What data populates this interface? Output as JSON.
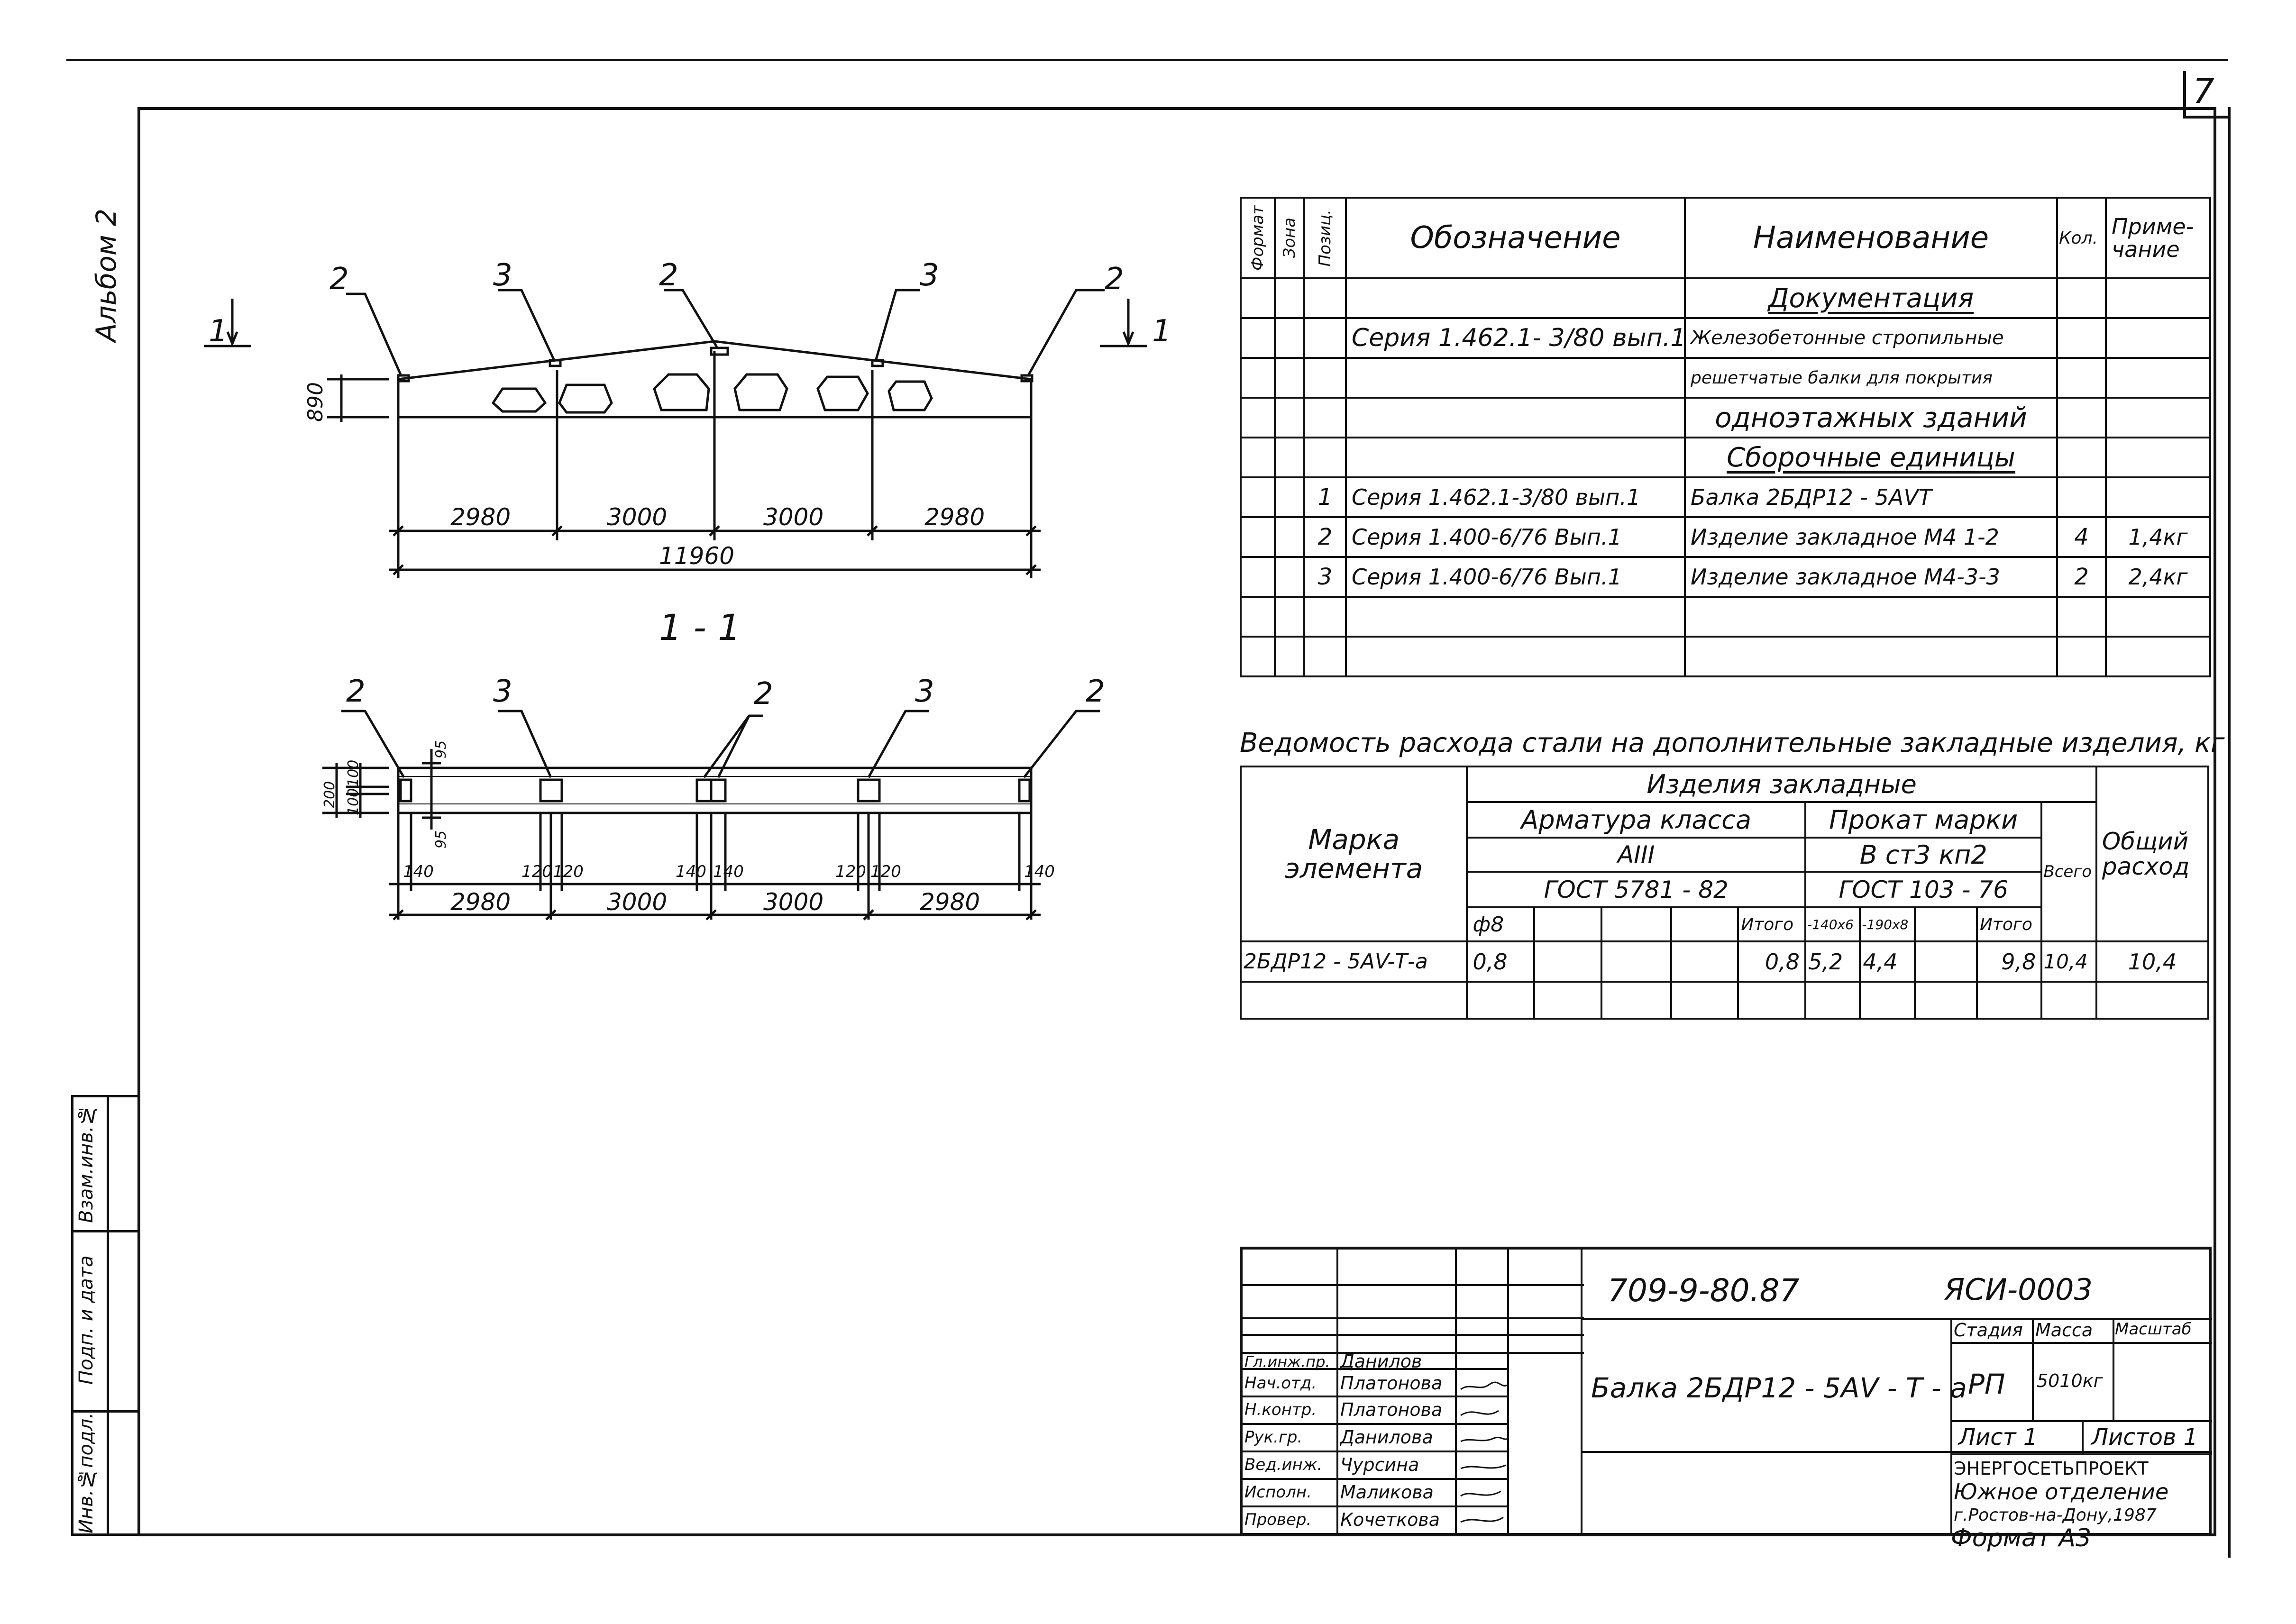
{
  "sheet": {
    "page_number": "7",
    "album_label": "Альбом 2",
    "format_label": "Формат А3"
  },
  "side_stamp": {
    "cells": [
      "Взам.инв.№",
      "Подп. и дата",
      "Инв.№подл."
    ]
  },
  "drawing": {
    "section_marker": "1",
    "section_title": "1 - 1",
    "elevation": {
      "callouts": [
        "2",
        "3",
        "2",
        "3",
        "2"
      ],
      "height_dim": "890",
      "spans": [
        "2980",
        "3000",
        "3000",
        "2980"
      ],
      "total": "11960"
    },
    "plan": {
      "callouts": [
        "2",
        "3",
        "2",
        "3",
        "2"
      ],
      "left_dims": [
        "200",
        "100",
        "100"
      ],
      "right_dims": [
        "95",
        "95"
      ],
      "small_dims": [
        "140",
        "120",
        "120",
        "140",
        "140",
        "120",
        "120",
        "140"
      ],
      "spans": [
        "2980",
        "3000",
        "3000",
        "2980"
      ]
    }
  },
  "spec_table": {
    "headers": {
      "format": "Формат",
      "zone": "Зона",
      "pos": "Позиц.",
      "designation": "Обозначение",
      "name": "Наименование",
      "qty": "Кол.",
      "note": "Приме-\nчание"
    },
    "rows": [
      {
        "pos": "",
        "designation": "",
        "name": "Документация",
        "qty": "",
        "note": "",
        "heading": true
      },
      {
        "pos": "",
        "designation": "Серия 1.462.1- 3/80 вып.1",
        "name": "Железобетонные стропильные",
        "qty": "",
        "note": ""
      },
      {
        "pos": "",
        "designation": "",
        "name": "решетчатые балки для покрытия",
        "qty": "",
        "note": ""
      },
      {
        "pos": "",
        "designation": "",
        "name": "одноэтажных зданий",
        "qty": "",
        "note": ""
      },
      {
        "pos": "",
        "designation": "",
        "name": "Сборочные единицы",
        "qty": "",
        "note": "",
        "heading": true
      },
      {
        "pos": "1",
        "designation": "Серия 1.462.1-3/80 вып.1",
        "name": "Балка 2БДР12 - 5АVТ",
        "qty": "",
        "note": ""
      },
      {
        "pos": "2",
        "designation": "Серия 1.400-6/76 Вып.1",
        "name": "Изделие закладное М4 1-2",
        "qty": "4",
        "note": "1,4кг"
      },
      {
        "pos": "3",
        "designation": "Серия 1.400-6/76 Вып.1",
        "name": "Изделие закладное М4-3-3",
        "qty": "2",
        "note": "2,4кг"
      },
      {
        "pos": "",
        "designation": "",
        "name": "",
        "qty": "",
        "note": ""
      },
      {
        "pos": "",
        "designation": "",
        "name": "",
        "qty": "",
        "note": ""
      }
    ]
  },
  "steel_table": {
    "title": "Ведомость расхода стали на дополнительные закладные изделия, кг",
    "col_mark": "Марка\nэлемента",
    "group": "Изделия закладные",
    "armature": "Арматура класса",
    "armature_class": "АIII",
    "armature_gost": "ГОСТ 5781 - 82",
    "rolled": "Прокат марки",
    "rolled_grade": "В ст3 кп2",
    "rolled_gost": "ГОСТ 103 - 76",
    "sub_phi": "ф8",
    "sub_total1": "Итого",
    "sub_140": "-140х6",
    "sub_190": "-190х8",
    "sub_total2": "Итого",
    "total_col": "Всего",
    "general_col": "Общий\nрасход",
    "row": {
      "mark": "2БДР12 - 5АV-Т-а",
      "phi8": "0,8",
      "total1": "0,8",
      "v140": "5,2",
      "v190": "4,4",
      "total2": "9,8",
      "all": "10,4",
      "general": "10,4"
    }
  },
  "title_block": {
    "doc_code": "709-9-80.87",
    "series_code": "ЯСИ-0003",
    "title": "Балка 2БДР12 - 5АV - Т - а",
    "stage_h": "Стадия",
    "mass_h": "Масса",
    "scale_h": "Масштаб",
    "stage": "РП",
    "mass": "5010кг",
    "sheet": "Лист 1",
    "sheets": "Листов 1",
    "org": [
      "ЭНЕРГОСЕТЬПРОЕКТ",
      "Южное отделение",
      "г.Ростов-на-Дону,1987"
    ],
    "people": [
      {
        "role": "Гл.инж.пр.",
        "name": "Данилов"
      },
      {
        "role": "Нач.отд.",
        "name": "Платонова"
      },
      {
        "role": "Н.контр.",
        "name": "Платонова"
      },
      {
        "role": "Рук.гр.",
        "name": "Данилова"
      },
      {
        "role": "Вед.инж.",
        "name": "Чурсина"
      },
      {
        "role": "Исполн.",
        "name": "Маликова"
      },
      {
        "role": "Провер.",
        "name": "Кочеткова"
      }
    ]
  }
}
